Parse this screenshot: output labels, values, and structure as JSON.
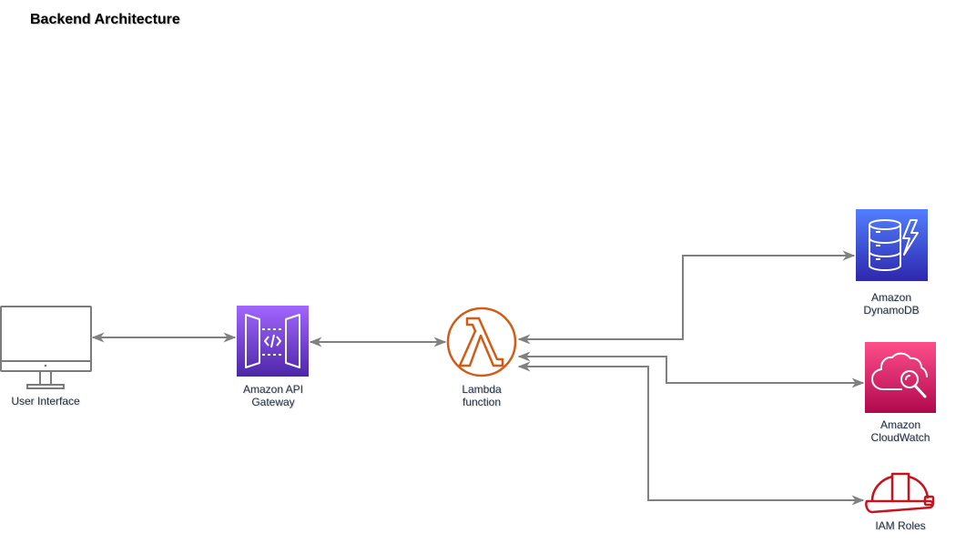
{
  "title": "Backend Architecture",
  "nodes": {
    "user": {
      "label": "User Interface",
      "color": "#7b7b7b",
      "icon": "desktop-monitor-icon"
    },
    "apigw": {
      "line1": "Amazon API",
      "line2": "Gateway",
      "color": "#8c4fff",
      "icon": "api-gateway-icon"
    },
    "lambda": {
      "line1": "Lambda",
      "line2": "function",
      "color": "#d05c17",
      "icon": "lambda-icon"
    },
    "dynamodb": {
      "line1": "Amazon",
      "line2": "DynamoDB",
      "color": "#4053d6",
      "icon": "dynamodb-icon"
    },
    "cloudwatch": {
      "line1": "Amazon",
      "line2": "CloudWatch",
      "color": "#e7157b",
      "icon": "cloudwatch-icon"
    },
    "iam": {
      "label": "IAM Roles",
      "color": "#c7131f",
      "icon": "hard-hat-icon"
    }
  },
  "colors": {
    "connector": "#808080"
  }
}
